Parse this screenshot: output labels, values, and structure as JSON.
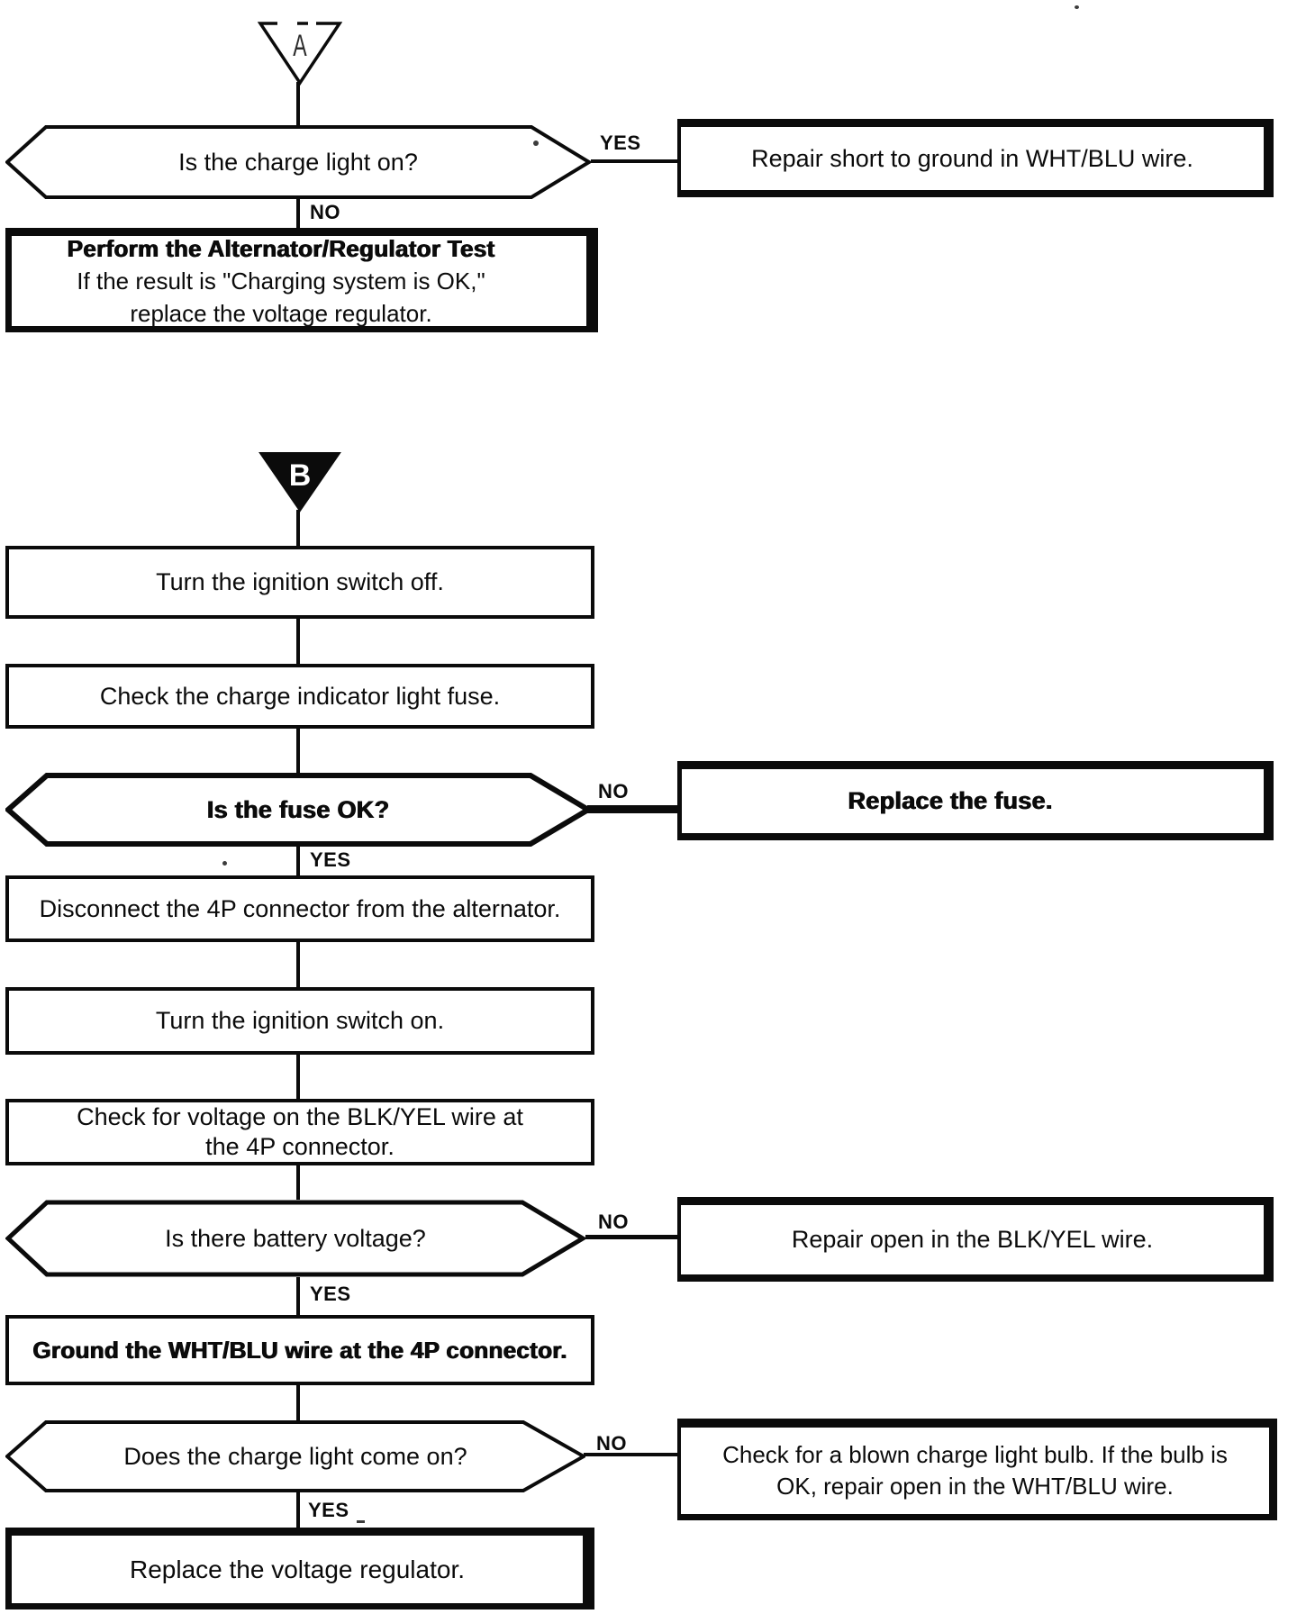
{
  "labels": {
    "yes": "YES",
    "no": "NO"
  },
  "section_a": {
    "connector": "A",
    "question": "Is the charge light on?",
    "yes_action": "Repair short to ground in WHT/BLU wire.",
    "no_action": [
      "Perform the Alternator/Regulator Test",
      "If the result is \"Charging system is OK,\"",
      "replace the voltage regulator."
    ]
  },
  "section_b": {
    "connector": "B",
    "step_ignition_off": "Turn the ignition switch off.",
    "step_check_fuse": "Check the charge indicator light fuse.",
    "q_fuse": "Is the fuse OK?",
    "fuse_no_action": "Replace the fuse.",
    "step_disconnect_4p": "Disconnect the 4P connector from the alternator.",
    "step_ignition_on": "Turn the ignition switch on.",
    "step_check_voltage": [
      "Check for voltage on the BLK/YEL wire at",
      "the 4P connector."
    ],
    "q_battery_voltage": "Is there battery voltage?",
    "voltage_no_action": "Repair open in the BLK/YEL wire.",
    "step_ground_wire": "Ground the WHT/BLU wire at the 4P connector.",
    "q_charge_light": "Does the charge light come on?",
    "light_no_action": [
      "Check for a blown charge light bulb. If the bulb is",
      "OK, repair open in the WHT/BLU wire."
    ],
    "final_action": "Replace the voltage regulator."
  }
}
